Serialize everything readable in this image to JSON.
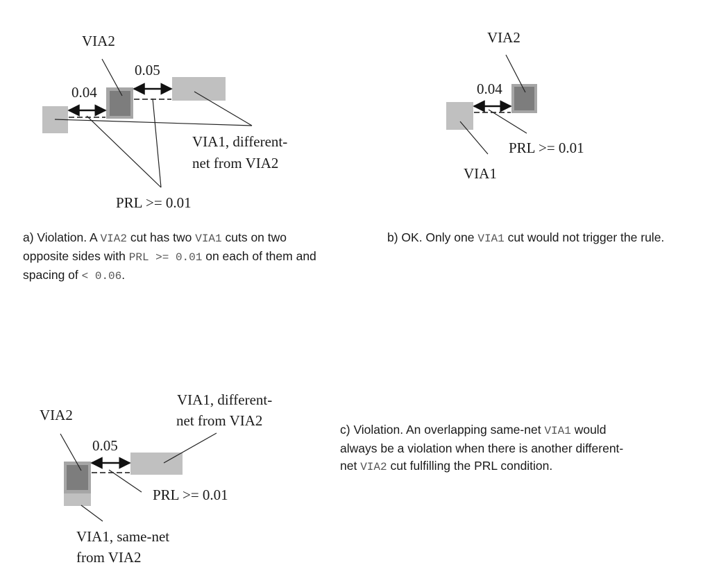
{
  "colors": {
    "via1": "#c0c0c0",
    "via2_outer": "#a6a6a6",
    "via2_inner": "#7d7d7d",
    "line": "#111111"
  },
  "panels": {
    "a": {
      "labels": {
        "via2": "VIA2",
        "spacing_left": "0.04",
        "spacing_right": "0.05",
        "via1_line1": "VIA1, different-",
        "via1_line2": "net from VIA2",
        "prl": "PRL >= 0.01"
      },
      "caption": [
        {
          "t": " a) Violation. A "
        },
        {
          "c": "VIA2"
        },
        {
          "t": " cut has two "
        },
        {
          "c": "VIA1"
        },
        {
          "t": " cuts on two opposite sides with "
        },
        {
          "c": "PRL >= 0.01"
        },
        {
          "t": " on each of them and spacing of "
        },
        {
          "c": "< 0.06"
        },
        {
          "t": "."
        }
      ]
    },
    "b": {
      "labels": {
        "via2": "VIA2",
        "spacing": "0.04",
        "prl": "PRL >= 0.01",
        "via1": "VIA1"
      },
      "caption": [
        {
          "t": "b) OK. Only one "
        },
        {
          "c": "VIA1"
        },
        {
          "t": " cut would not trigger the rule."
        }
      ]
    },
    "c": {
      "labels": {
        "via2": "VIA2",
        "spacing": "0.05",
        "via1_diff_line1": "VIA1, different-",
        "via1_diff_line2": "net from VIA2",
        "prl": "PRL >= 0.01",
        "via1_same_line1": "VIA1, same-net",
        "via1_same_line2": "from VIA2"
      },
      "caption": [
        {
          "t": "c) Violation. An overlapping same-net "
        },
        {
          "c": "VIA1"
        },
        {
          "t": " would always be a violation when there is another different-net "
        },
        {
          "c": "VIA2"
        },
        {
          "t": " cut fulfilling the PRL condition."
        }
      ]
    }
  }
}
